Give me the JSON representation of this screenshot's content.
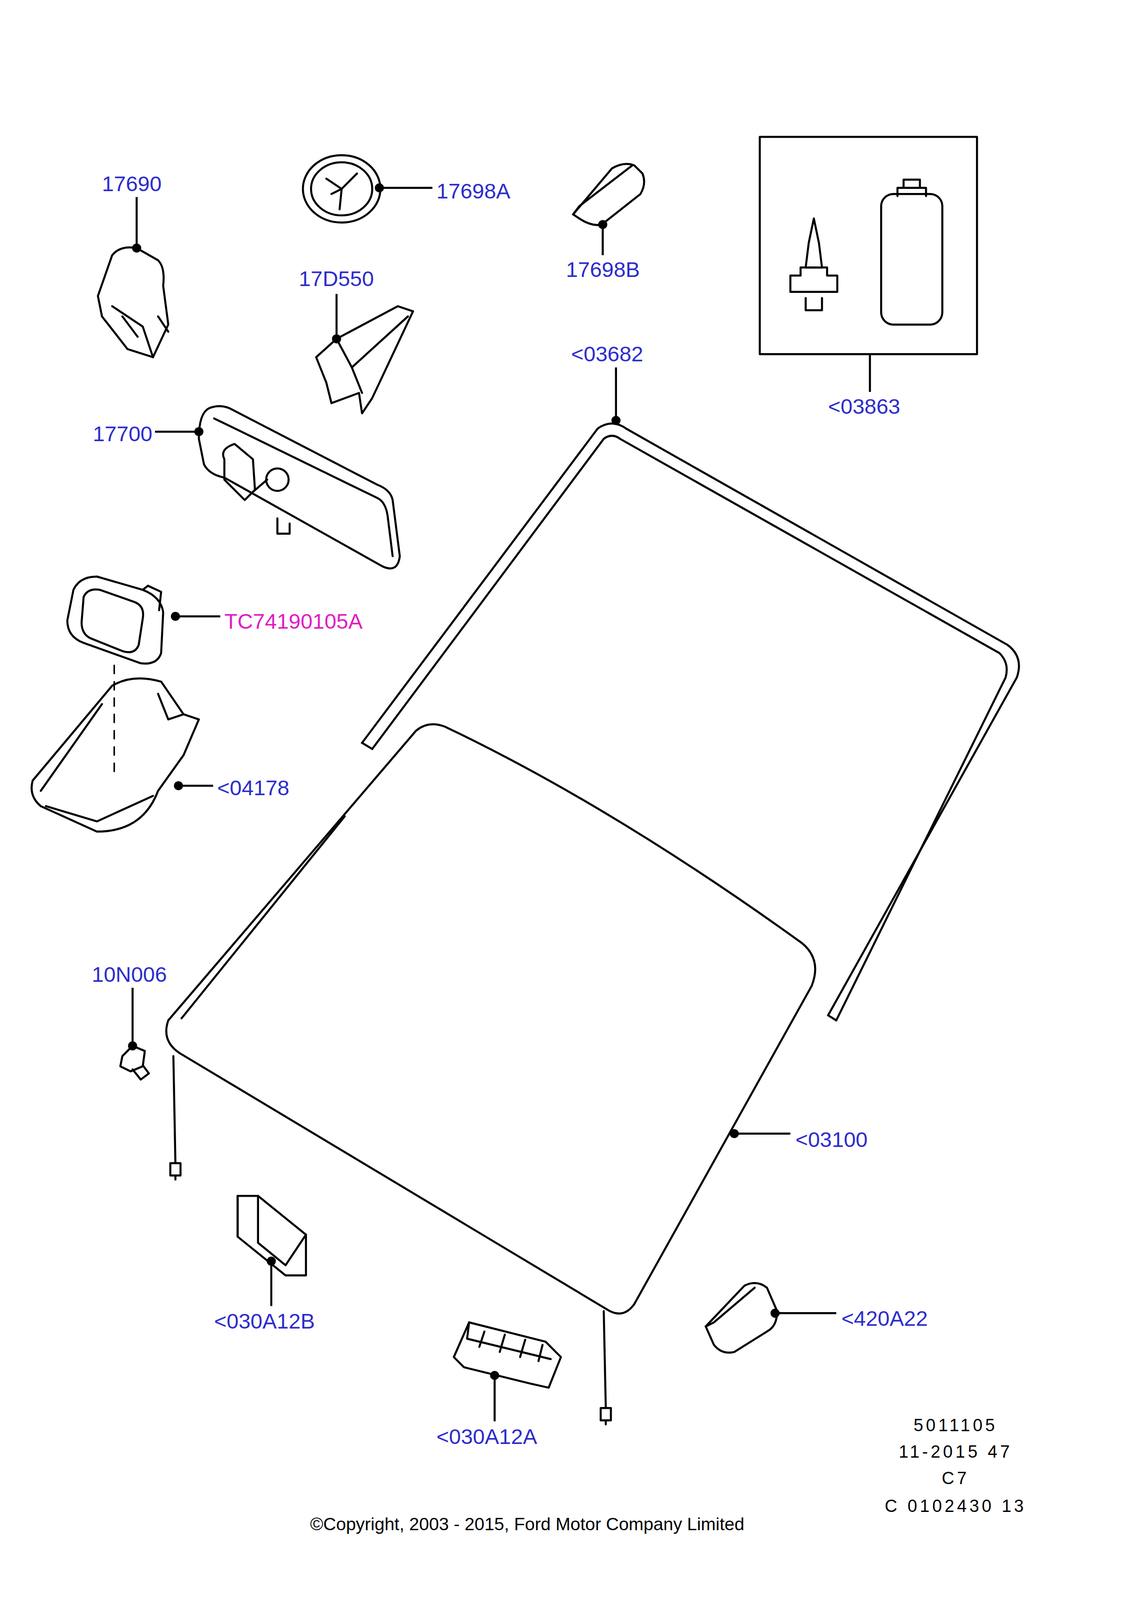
{
  "diagram": {
    "labels": [
      "17690",
      "17698A",
      "17698B",
      "17D550",
      "<03682",
      "<03863",
      "17700",
      "TC74190105A",
      "<04178",
      "10N006",
      "<03100",
      "<030A12B",
      "<420A22",
      "<030A12A",
      "5011105",
      "11-2015 47",
      "C7",
      "C 0102430 13",
      "©Copyright, 2003 - 2015, Ford Motor Company Limited"
    ]
  }
}
